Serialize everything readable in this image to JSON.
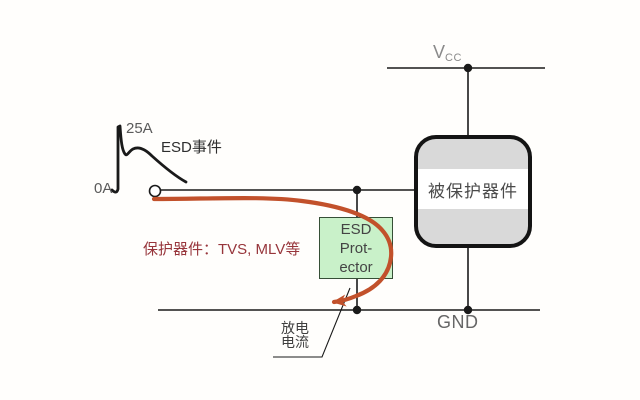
{
  "waveform": {
    "peak_label": "25A",
    "baseline_label": "0A",
    "event_label": "ESD事件"
  },
  "protection_note": "保护器件：TVS, MLV等",
  "esd_protector": {
    "line1": "ESD",
    "line2": "Prot-",
    "line3": "ector"
  },
  "protected_device": {
    "label": "被保护器件"
  },
  "power": {
    "symbol": "V",
    "subscript": "CC"
  },
  "ground": {
    "label": "GND"
  },
  "discharge": {
    "line1": "放电",
    "line2": "电流"
  },
  "colors": {
    "wire": "#1a1a1a",
    "discharge_arrow": "#c2512b",
    "note_text": "#97353b",
    "protector_fill": "#c9f1c9",
    "protector_border": "#364f36",
    "device_fill": "#d9d9d9",
    "device_border": "#141414",
    "label_gray": "#5a5a5a",
    "background": "#fffefc"
  }
}
